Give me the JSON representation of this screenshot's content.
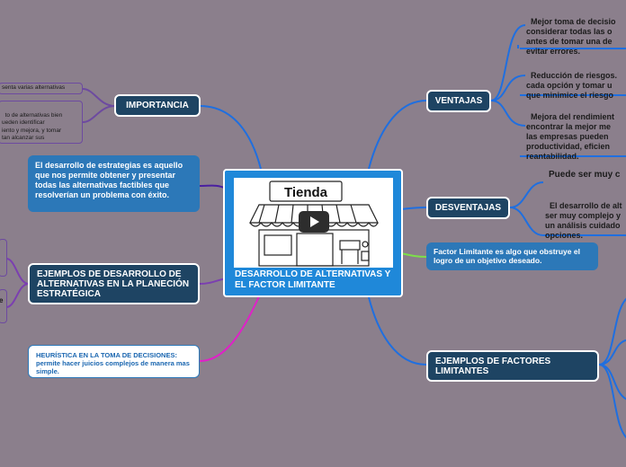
{
  "central": {
    "title": "DESARROLLO DE ALTERNATIVAS Y EL FACTOR LIMITANTE",
    "image_text": "Tienda",
    "media": "video",
    "play_icon": "play-icon"
  },
  "importancia": {
    "label": "IMPORTANCIA",
    "children": [
      "senta varias alternativas",
      "to de alternativas bien\nueden identificar\niento y mejora, y tomar\ntan alcanzar sus"
    ]
  },
  "definicion": "El desarrollo de estrategias es aquello que nos permite obtener y presentar todas las alternativas factibles que resolverían un problema con éxito.",
  "ejemplos_desarrollo": {
    "label": "EJEMPLOS DE DESARROLLO DE ALTERNATIVAS EN LA PLANECIÓN ESTRATÉGICA",
    "cut_fragment": "e"
  },
  "heuristica": "HEURÍSTICA EN LA TOMA DE DECISIONES: permite hacer juicios complejos de manera mas simple.",
  "ventajas": {
    "label": "VENTAJAS",
    "items": [
      "Mejor toma de decisio\nconsiderar todas las o\nantes de tomar una de\nevitar errores.",
      "Reducción de riesgos.\ncada opción y tomar u\nque minimice el riesgo",
      "Mejora del rendimient\nencontrar la mejor me\nlas empresas pueden \nproductividad, eficien\nreantabilidad."
    ]
  },
  "desventajas": {
    "label": "DESVENTAJAS",
    "heading": "Puede ser muy c",
    "text": "El desarrollo de alt\nser muy complejo y\nun análisis cuidado\nopciones."
  },
  "factor_limitante": "Factor Limitante es algo que obstruye el logro de un objetivo deseado.",
  "ejemplos_factores": {
    "label": "EJEMPLOS DE FACTORES LIMITANTES"
  },
  "colors": {
    "background": "#8b7f8c",
    "dark_node": "#1e4463",
    "blue_node": "#2c78b8",
    "central": "#1f88d9",
    "branch_blue": "#1f6fe0",
    "branch_magenta": "#e020c8",
    "branch_purple": "#7b3fb0",
    "branch_green": "#7de04a"
  }
}
